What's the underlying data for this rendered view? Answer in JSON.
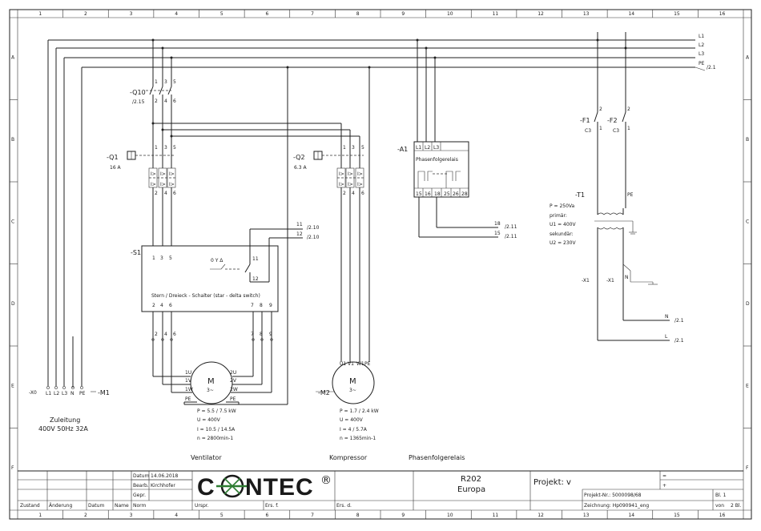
{
  "frame": {
    "cols": [
      "1",
      "2",
      "3",
      "4",
      "5",
      "6",
      "7",
      "8",
      "9",
      "10",
      "11",
      "12",
      "13",
      "14",
      "15",
      "16"
    ],
    "rows": [
      "A",
      "B",
      "C",
      "D",
      "E",
      "F"
    ]
  },
  "bus": {
    "l1": "L1",
    "l2": "L2",
    "l3": "L3",
    "pe": "PE",
    "ref": "/2.1"
  },
  "components": {
    "q10": {
      "tag": "-Q10",
      "ref": "/2.15",
      "top": [
        "1",
        "3",
        "5"
      ],
      "bot": [
        "2",
        "4",
        "6"
      ]
    },
    "q1": {
      "tag": "-Q1",
      "set": "16 A",
      "top": [
        "1",
        "3",
        "5"
      ],
      "bot": [
        "2",
        "4",
        "6"
      ],
      "inner": [
        "I>",
        "I>",
        "I>"
      ]
    },
    "q2": {
      "tag": "-Q2",
      "set": "6.3 A",
      "top": [
        "1",
        "3",
        "5"
      ],
      "bot": [
        "2",
        "4",
        "6"
      ],
      "inner": [
        "I>",
        "I>",
        "I>"
      ]
    },
    "a1": {
      "tag": "-A1",
      "name": "Phasenfolgerelais",
      "top": [
        "L1",
        "L2",
        "L3"
      ],
      "bot": [
        "15",
        "16",
        "18",
        "25",
        "26",
        "28"
      ],
      "out1": "18",
      "out1ref": "/2.11",
      "out2": "15",
      "out2ref": "/2.11"
    },
    "f1": {
      "tag": "-F1",
      "val": "C3",
      "a": "1",
      "b": "2"
    },
    "f2": {
      "tag": "-F2",
      "val": "C3",
      "a": "1",
      "b": "2"
    },
    "t1": {
      "tag": "-T1",
      "p": "P = 250Va",
      "prim": "primär:",
      "u1": "U1 = 400V",
      "sek": "sekundär:",
      "u2": "U2 = 230V",
      "pe": "PE",
      "x1a": "-X1",
      "x1b": "-X1",
      "n": "N",
      "l": "L",
      "ref": "/2.1"
    },
    "s1": {
      "tag": "-S1",
      "top": [
        "1",
        "3",
        "5"
      ],
      "bot": [
        "2",
        "4",
        "6"
      ],
      "ctl": [
        "7",
        "8",
        "9"
      ],
      "desc": "Stern / Dreieck - Schalter (star - delta switch)",
      "c11": "11",
      "c12": "12",
      "r11": "11",
      "r12": "12",
      "ref": "/2.10",
      "sw": "0 Y Δ"
    },
    "x0": {
      "tag": "-X0",
      "pins": [
        "L1",
        "L2",
        "L3",
        "N",
        "PE"
      ]
    },
    "m1": {
      "tag": "-M1",
      "sym": "M",
      "phase": "3~",
      "pins": [
        "1U",
        "1V",
        "1W",
        "2U",
        "2V",
        "2W",
        "PE",
        "PE"
      ],
      "p": "P = 5.5 / 7.5 kW",
      "u": "U = 400V",
      "i": "I = 10.5 / 14.5A",
      "n": "n = 2800min-1"
    },
    "m2": {
      "tag": "-M2",
      "sym": "M",
      "phase": "3~",
      "pins": [
        "U1",
        "V1",
        "W1",
        "PE"
      ],
      "p": "P = 1.7 / 2.4 kW",
      "u": "U = 400V",
      "i": "I = 4 / 5.7A",
      "n": "n = 1365min-1"
    },
    "supply": {
      "line1": "Zuleitung",
      "line2": "400V 50Hz 32A"
    }
  },
  "labels": {
    "ventilator": "Ventilator",
    "kompressor": "Kompressor",
    "phasenfolge": "Phasenfolgerelais"
  },
  "titleblock": {
    "datum_k": "Datum",
    "datum_v": "14.06.2018",
    "bearb_k": "Bearb.",
    "bearb_v": "Kirchhofer",
    "gepr_k": "Gepr.",
    "norm_k": "Norm",
    "zustand": "Zustand",
    "aenderung": "Änderung",
    "datum": "Datum",
    "name": "Name",
    "urspr": "Urspr.",
    "ers_f": "Ers. f.",
    "ers_d": "Ers. d.",
    "logo": "CONTEC",
    "reg": "®",
    "r202": "R202",
    "europa": "Europa",
    "projekt": "Projekt: v",
    "projnr": "Projekt-Nr.: 5000098/68",
    "zeichnung": "Zeichnung: Hp090941_eng",
    "eq": "=",
    "plus": "+",
    "blatt": "Bl. 1",
    "von": "von",
    "bl2": "2 Bl."
  }
}
